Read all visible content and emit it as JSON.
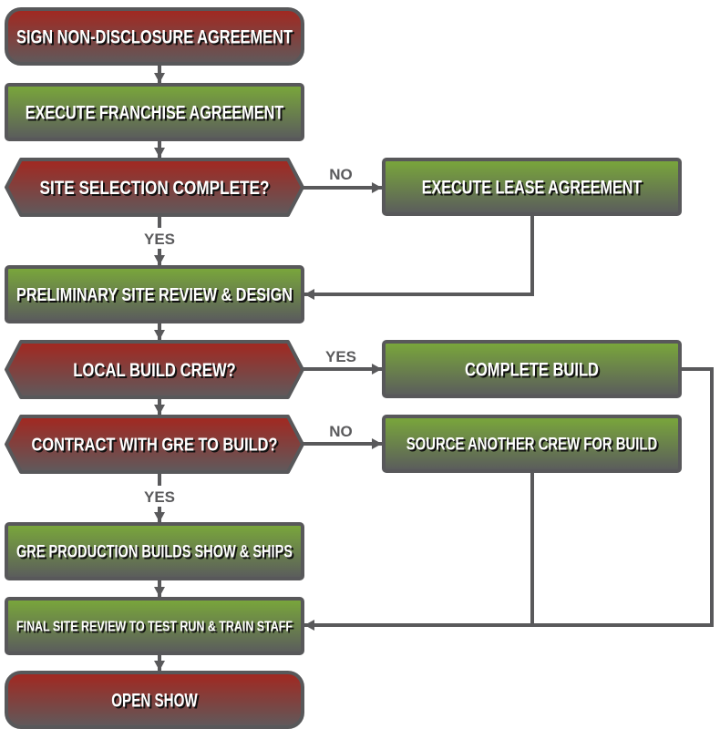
{
  "colors": {
    "red_top": "#a3271f",
    "red_bottom": "#5f5a5c",
    "green_top": "#7aa83a",
    "green_bottom": "#5a5b5d",
    "border": "#58585a",
    "connector": "#59595b",
    "label": "#5a5a5c",
    "text": "#ffffff"
  },
  "nodes": [
    {
      "id": "n1",
      "label": "SIGN NON-DISCLOSURE AGREEMENT",
      "shape": "rounded",
      "color": "red"
    },
    {
      "id": "n2",
      "label": "EXECUTE FRANCHISE AGREEMENT",
      "shape": "rect",
      "color": "green"
    },
    {
      "id": "n3",
      "label": "SITE SELECTION COMPLETE?",
      "shape": "decision",
      "color": "red"
    },
    {
      "id": "n4",
      "label": "EXECUTE LEASE AGREEMENT",
      "shape": "rect",
      "color": "green"
    },
    {
      "id": "n5",
      "label": "PRELIMINARY SITE REVIEW & DESIGN",
      "shape": "rect",
      "color": "green"
    },
    {
      "id": "n6",
      "label": "LOCAL BUILD CREW?",
      "shape": "decision",
      "color": "red"
    },
    {
      "id": "n7",
      "label": "COMPLETE BUILD",
      "shape": "rect",
      "color": "green"
    },
    {
      "id": "n8",
      "label": "CONTRACT WITH GRE TO BUILD?",
      "shape": "decision",
      "color": "red"
    },
    {
      "id": "n9",
      "label": "SOURCE ANOTHER CREW FOR BUILD",
      "shape": "rect",
      "color": "green"
    },
    {
      "id": "n10",
      "label": "GRE PRODUCTION BUILDS SHOW & SHIPS",
      "shape": "rect",
      "color": "green"
    },
    {
      "id": "n11",
      "label": "FINAL SITE REVIEW TO TEST RUN & TRAIN STAFF",
      "shape": "rect",
      "color": "green"
    },
    {
      "id": "n12",
      "label": "OPEN SHOW",
      "shape": "rounded",
      "color": "red"
    }
  ],
  "edges": [
    {
      "from": "n1",
      "to": "n2",
      "label": ""
    },
    {
      "from": "n2",
      "to": "n3",
      "label": ""
    },
    {
      "from": "n3",
      "to": "n4",
      "label": "NO"
    },
    {
      "from": "n3",
      "to": "n5",
      "label": "YES"
    },
    {
      "from": "n4",
      "to": "n5",
      "label": ""
    },
    {
      "from": "n5",
      "to": "n6",
      "label": ""
    },
    {
      "from": "n6",
      "to": "n7",
      "label": "YES"
    },
    {
      "from": "n6",
      "to": "n8",
      "label": ""
    },
    {
      "from": "n8",
      "to": "n9",
      "label": "NO"
    },
    {
      "from": "n8",
      "to": "n10",
      "label": "YES"
    },
    {
      "from": "n7",
      "to": "n11",
      "label": ""
    },
    {
      "from": "n9",
      "to": "n11",
      "label": ""
    },
    {
      "from": "n10",
      "to": "n11",
      "label": ""
    },
    {
      "from": "n11",
      "to": "n12",
      "label": ""
    }
  ]
}
